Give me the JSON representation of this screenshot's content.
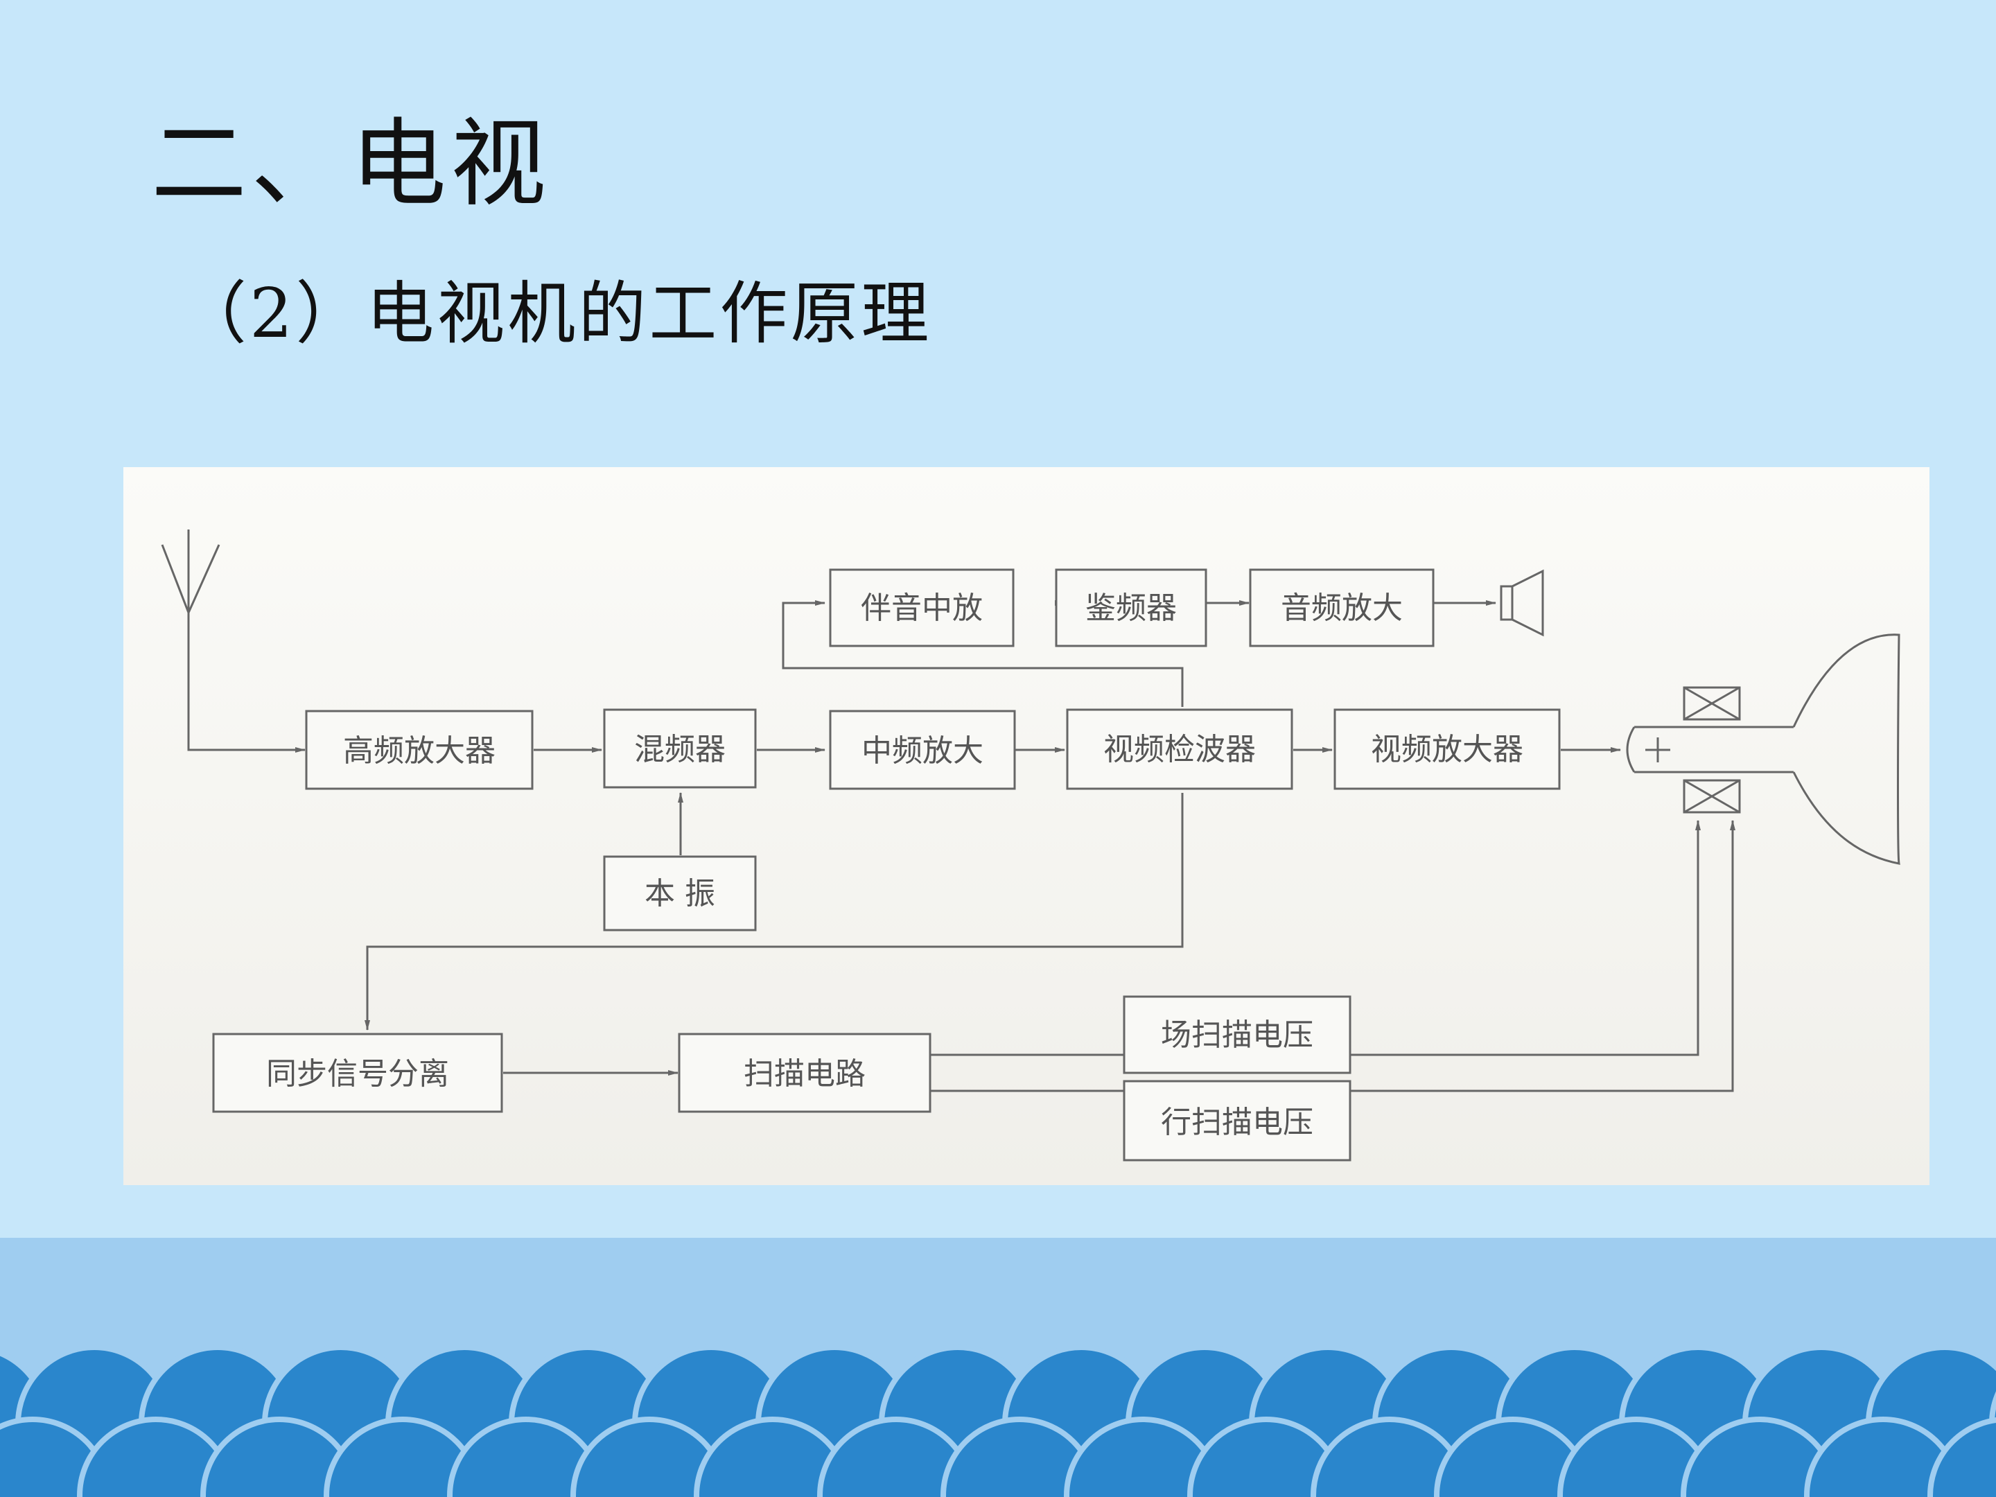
{
  "slide": {
    "title": "二、电视",
    "subtitle": "（2）电视机的工作原理"
  },
  "diagram": {
    "blocks": {
      "rf_amp": "高频放大器",
      "mixer": "混频器",
      "local_osc": "本 振",
      "if_amp": "中频放大",
      "video_detector": "视频检波器",
      "video_amp": "视频放大器",
      "sound_if": "伴音中放",
      "discriminator": "鉴频器",
      "audio_amp": "音频放大",
      "sync_sep": "同步信号分离",
      "scan_circuit": "扫描电路",
      "field_scan": "场扫描电压",
      "line_scan": "行扫描电压"
    }
  },
  "colors": {
    "background": "#c7e7fa",
    "band": "#9fcdf0",
    "wave": "#2a86cc",
    "line": "#666666"
  }
}
